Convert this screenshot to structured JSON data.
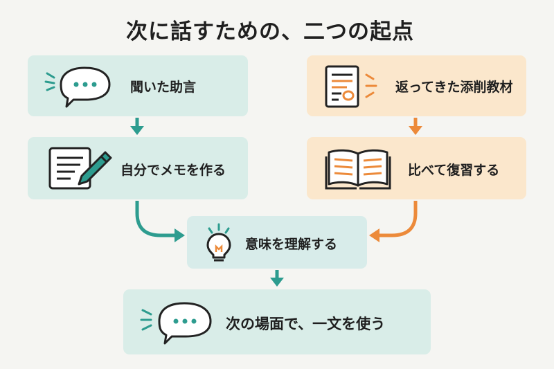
{
  "title": "次に話すための、二つの起点",
  "nodes": {
    "advice": "聞いた助言",
    "memo": "自分でメモを作る",
    "returned": "返ってきた添削教材",
    "review": "比べて復習する",
    "understand": "意味を理解する",
    "use": "次の場面で、一文を使う"
  },
  "colors": {
    "teal": "#2d9c8f",
    "orange": "#ec8a3a",
    "ink": "#2a2a2a"
  }
}
